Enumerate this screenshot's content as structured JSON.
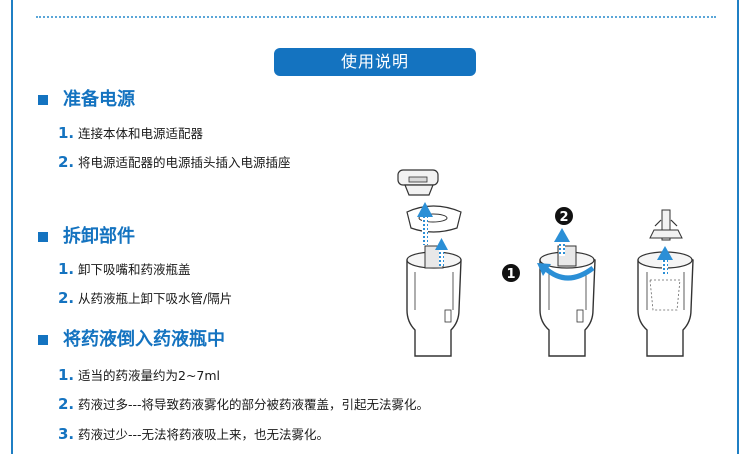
{
  "title": "使用说明",
  "colors": {
    "accent": "#1473c0",
    "frame": "#1f7fc4",
    "text": "#1a1a1a"
  },
  "sections": [
    {
      "heading": "准备电源",
      "steps": [
        {
          "num": "1.",
          "text": "连接本体和电源适配器"
        },
        {
          "num": "2.",
          "text": "将电源适配器的电源插头插入电源插座"
        }
      ]
    },
    {
      "heading": "拆卸部件",
      "steps": [
        {
          "num": "1.",
          "text": "卸下吸嘴和药液瓶盖"
        },
        {
          "num": "2.",
          "text": "从药液瓶上卸下吸水管/隔片"
        }
      ]
    },
    {
      "heading": "将药液倒入药液瓶中",
      "steps": [
        {
          "num": "1.",
          "text": "适当的药液量约为2~7ml"
        },
        {
          "num": "2.",
          "text": "药液过多---将导致药液雾化的部分被药液覆盖，引起无法雾化。"
        },
        {
          "num": "3.",
          "text": "药液过少---无法将药液吸上来，也无法雾化。"
        }
      ]
    }
  ],
  "illustration": {
    "badges": [
      "1",
      "2"
    ]
  }
}
